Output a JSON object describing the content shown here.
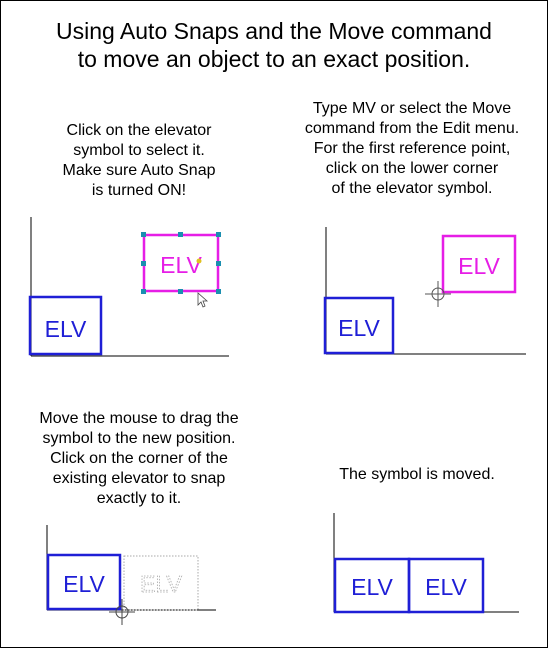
{
  "title": {
    "line1": "Using Auto Snaps and the Move command",
    "line2": "to move an object to an exact position."
  },
  "steps": [
    {
      "lines": [
        "Click on the elevator",
        "symbol to select it.",
        "Make sure Auto Snap",
        "is turned ON!"
      ]
    },
    {
      "lines": [
        "Type MV or select the Move",
        "command from the Edit menu.",
        "For the first reference point,",
        "click on the lower corner",
        "of the elevator symbol."
      ]
    },
    {
      "lines": [
        "Move the mouse to drag the",
        "symbol to the new position.",
        "Click on the corner of the",
        "existing elevator to snap",
        "exactly to it."
      ]
    },
    {
      "lines": [
        "The symbol is moved."
      ]
    }
  ],
  "symbol_label": "ELV",
  "colors": {
    "existing": "#1f1fd6",
    "selected": "#e61ee6",
    "ghost": "#a8a8a8",
    "grip": "#1a8fb0",
    "snap": "#e0c020",
    "line": "#000000"
  }
}
